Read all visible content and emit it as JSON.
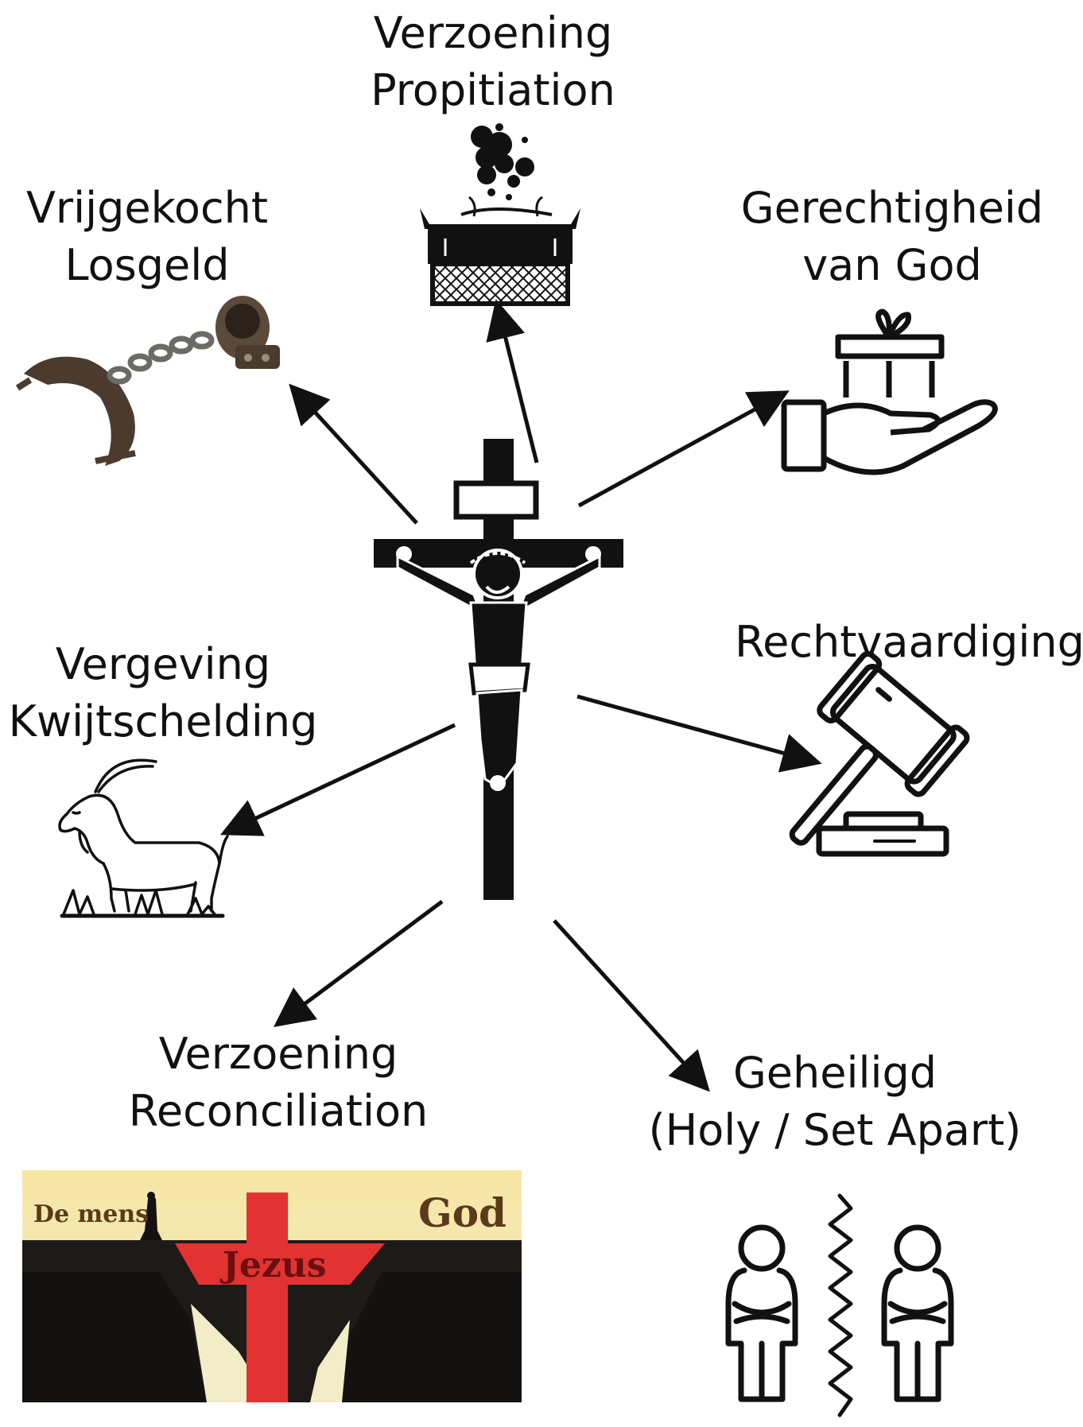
{
  "center": {
    "icon": "crucifix-icon"
  },
  "nodes": {
    "propitiation": {
      "line1": "Verzoening",
      "line2": "Propitiation",
      "icon": "altar-icon"
    },
    "ransom": {
      "line1": "Vrijgekocht",
      "line2": "Losgeld",
      "icon": "shackles-icon"
    },
    "righteousness": {
      "line1": "Gerechtigheid",
      "line2": "van God",
      "icon": "gift-hand-icon"
    },
    "forgiveness": {
      "line1": "Vergeving",
      "line2": "Kwijtschelding",
      "icon": "goat-icon"
    },
    "justification": {
      "line1": "Rechtvaardiging",
      "icon": "gavel-icon"
    },
    "reconciliation": {
      "line1": "Verzoening",
      "line2": "Reconciliation",
      "icon": "bridge-cross-icon",
      "scene": {
        "left": "De mens",
        "right": "God",
        "cross": "Jezus"
      }
    },
    "sanctified": {
      "line1": "Geheiligd",
      "line2": "(Holy / Set Apart)",
      "icon": "two-people-divided-icon"
    }
  },
  "colors": {
    "ink": "#111111",
    "scene_sky": "#f7e8a8",
    "scene_cross": "#e23232",
    "scene_text": "#5a3a1a",
    "metal": "#5b4a3a"
  }
}
